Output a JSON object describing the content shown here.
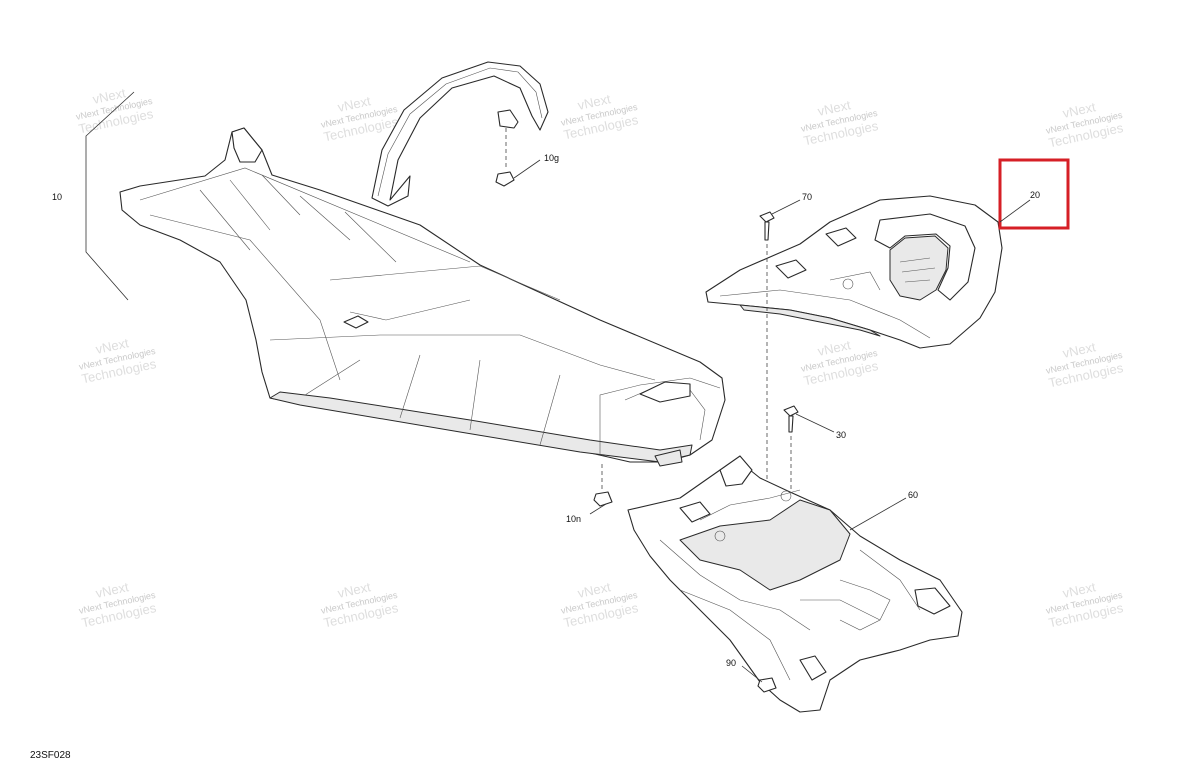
{
  "callouts": {
    "c10": "10",
    "c10g": "10g",
    "c10n": "10n",
    "c20": "20",
    "c30": "30",
    "c60": "60",
    "c70": "70",
    "c90": "90"
  },
  "watermark": {
    "line1": "vNext Technologies",
    "line2": "vNext",
    "line3": "Technologies"
  },
  "drawing_code": "23SF028",
  "colors": {
    "highlight": "#d61f26"
  }
}
